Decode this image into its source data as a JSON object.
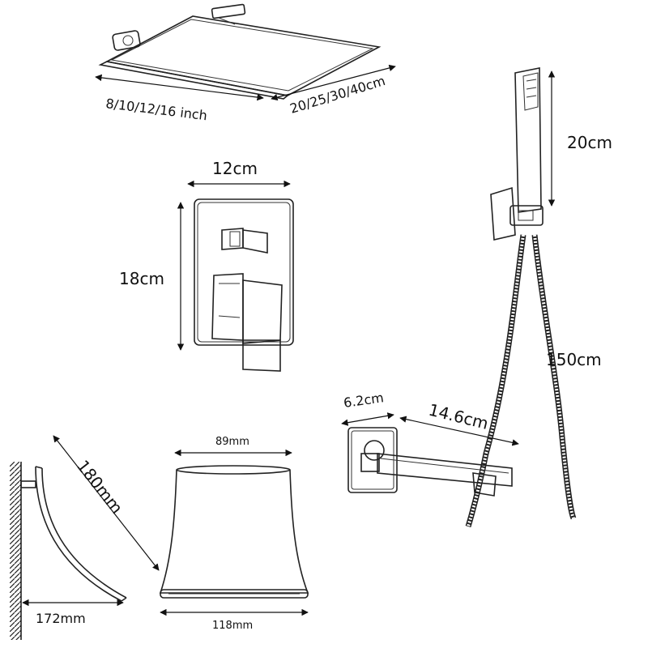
{
  "diagram": {
    "shower_head": {
      "width_label": "8/10/12/16 inch",
      "depth_label": "20/25/30/40cm"
    },
    "hand_shower": {
      "height_label": "20cm",
      "hose_label": "150cm"
    },
    "valve": {
      "width_label": "12cm",
      "height_label": "18cm"
    },
    "tub_spout": {
      "plate_label": "6.2cm",
      "length_label": "14.6cm"
    },
    "waterfall_side": {
      "curve_label": "180mm",
      "base_label": "172mm"
    },
    "waterfall_front": {
      "top_label": "89mm",
      "bottom_label": "118mm"
    }
  }
}
